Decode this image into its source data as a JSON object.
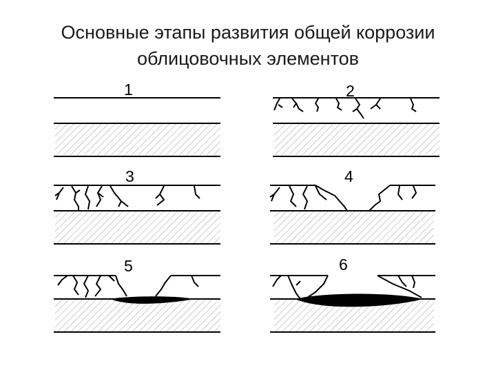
{
  "title": {
    "line1": "Основные этапы развития общей коррозии",
    "line2": "облицовочных элементов"
  },
  "stages": [
    "1",
    "2",
    "3",
    "4",
    "5",
    "6"
  ],
  "colors": {
    "ink": "#000000",
    "hatch": "#9a9a9a",
    "background": "#ffffff"
  }
}
